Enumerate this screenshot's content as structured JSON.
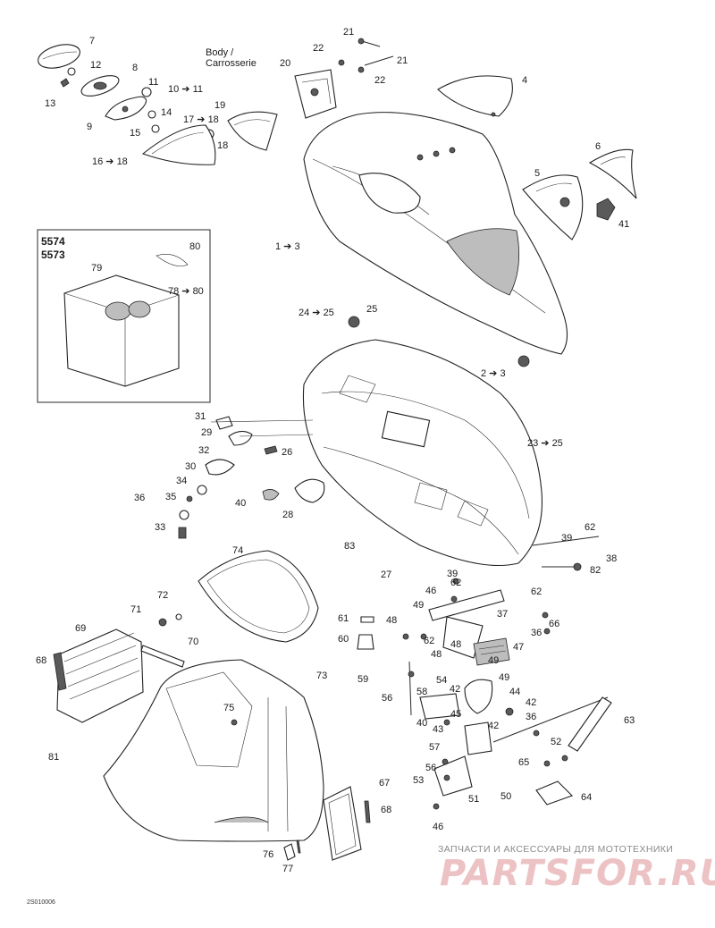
{
  "body_note": "Body /\nCarrosserie",
  "inset": {
    "codes": [
      "5574",
      "5573"
    ]
  },
  "watermark": {
    "tagline": "ЗАПЧАСТИ И АКСЕССУАРЫ ДЛЯ МОТОТЕХНИКИ",
    "logo": "PARTSFOR.RU"
  },
  "doc_ref": "2S010006",
  "callouts": [
    "7",
    "12",
    "8",
    "13",
    "9",
    "11",
    "10 ➔ 11",
    "14",
    "15",
    "17 ➔ 18",
    "18",
    "16 ➔ 18",
    "19",
    "20",
    "21",
    "22",
    "21",
    "22",
    "4",
    "6",
    "5",
    "41",
    "1 ➔ 3",
    "24 ➔ 25",
    "25",
    "2 ➔ 3",
    "80",
    "79",
    "78 ➔ 80",
    "31",
    "29",
    "26",
    "32",
    "30",
    "34",
    "35",
    "36",
    "33",
    "40",
    "28",
    "23 ➔ 25",
    "62",
    "38",
    "39",
    "82",
    "39",
    "83",
    "27",
    "74",
    "72",
    "71",
    "69",
    "68",
    "70",
    "46",
    "62",
    "49",
    "62",
    "48",
    "61",
    "62",
    "60",
    "48",
    "37",
    "66",
    "36",
    "47",
    "48",
    "49",
    "49",
    "59",
    "56",
    "58",
    "54",
    "42",
    "44",
    "42",
    "36",
    "40",
    "43",
    "45",
    "42",
    "73",
    "75",
    "81",
    "57",
    "56",
    "53",
    "52",
    "65",
    "63",
    "50",
    "51",
    "64",
    "67",
    "68",
    "46",
    "76",
    "77"
  ]
}
